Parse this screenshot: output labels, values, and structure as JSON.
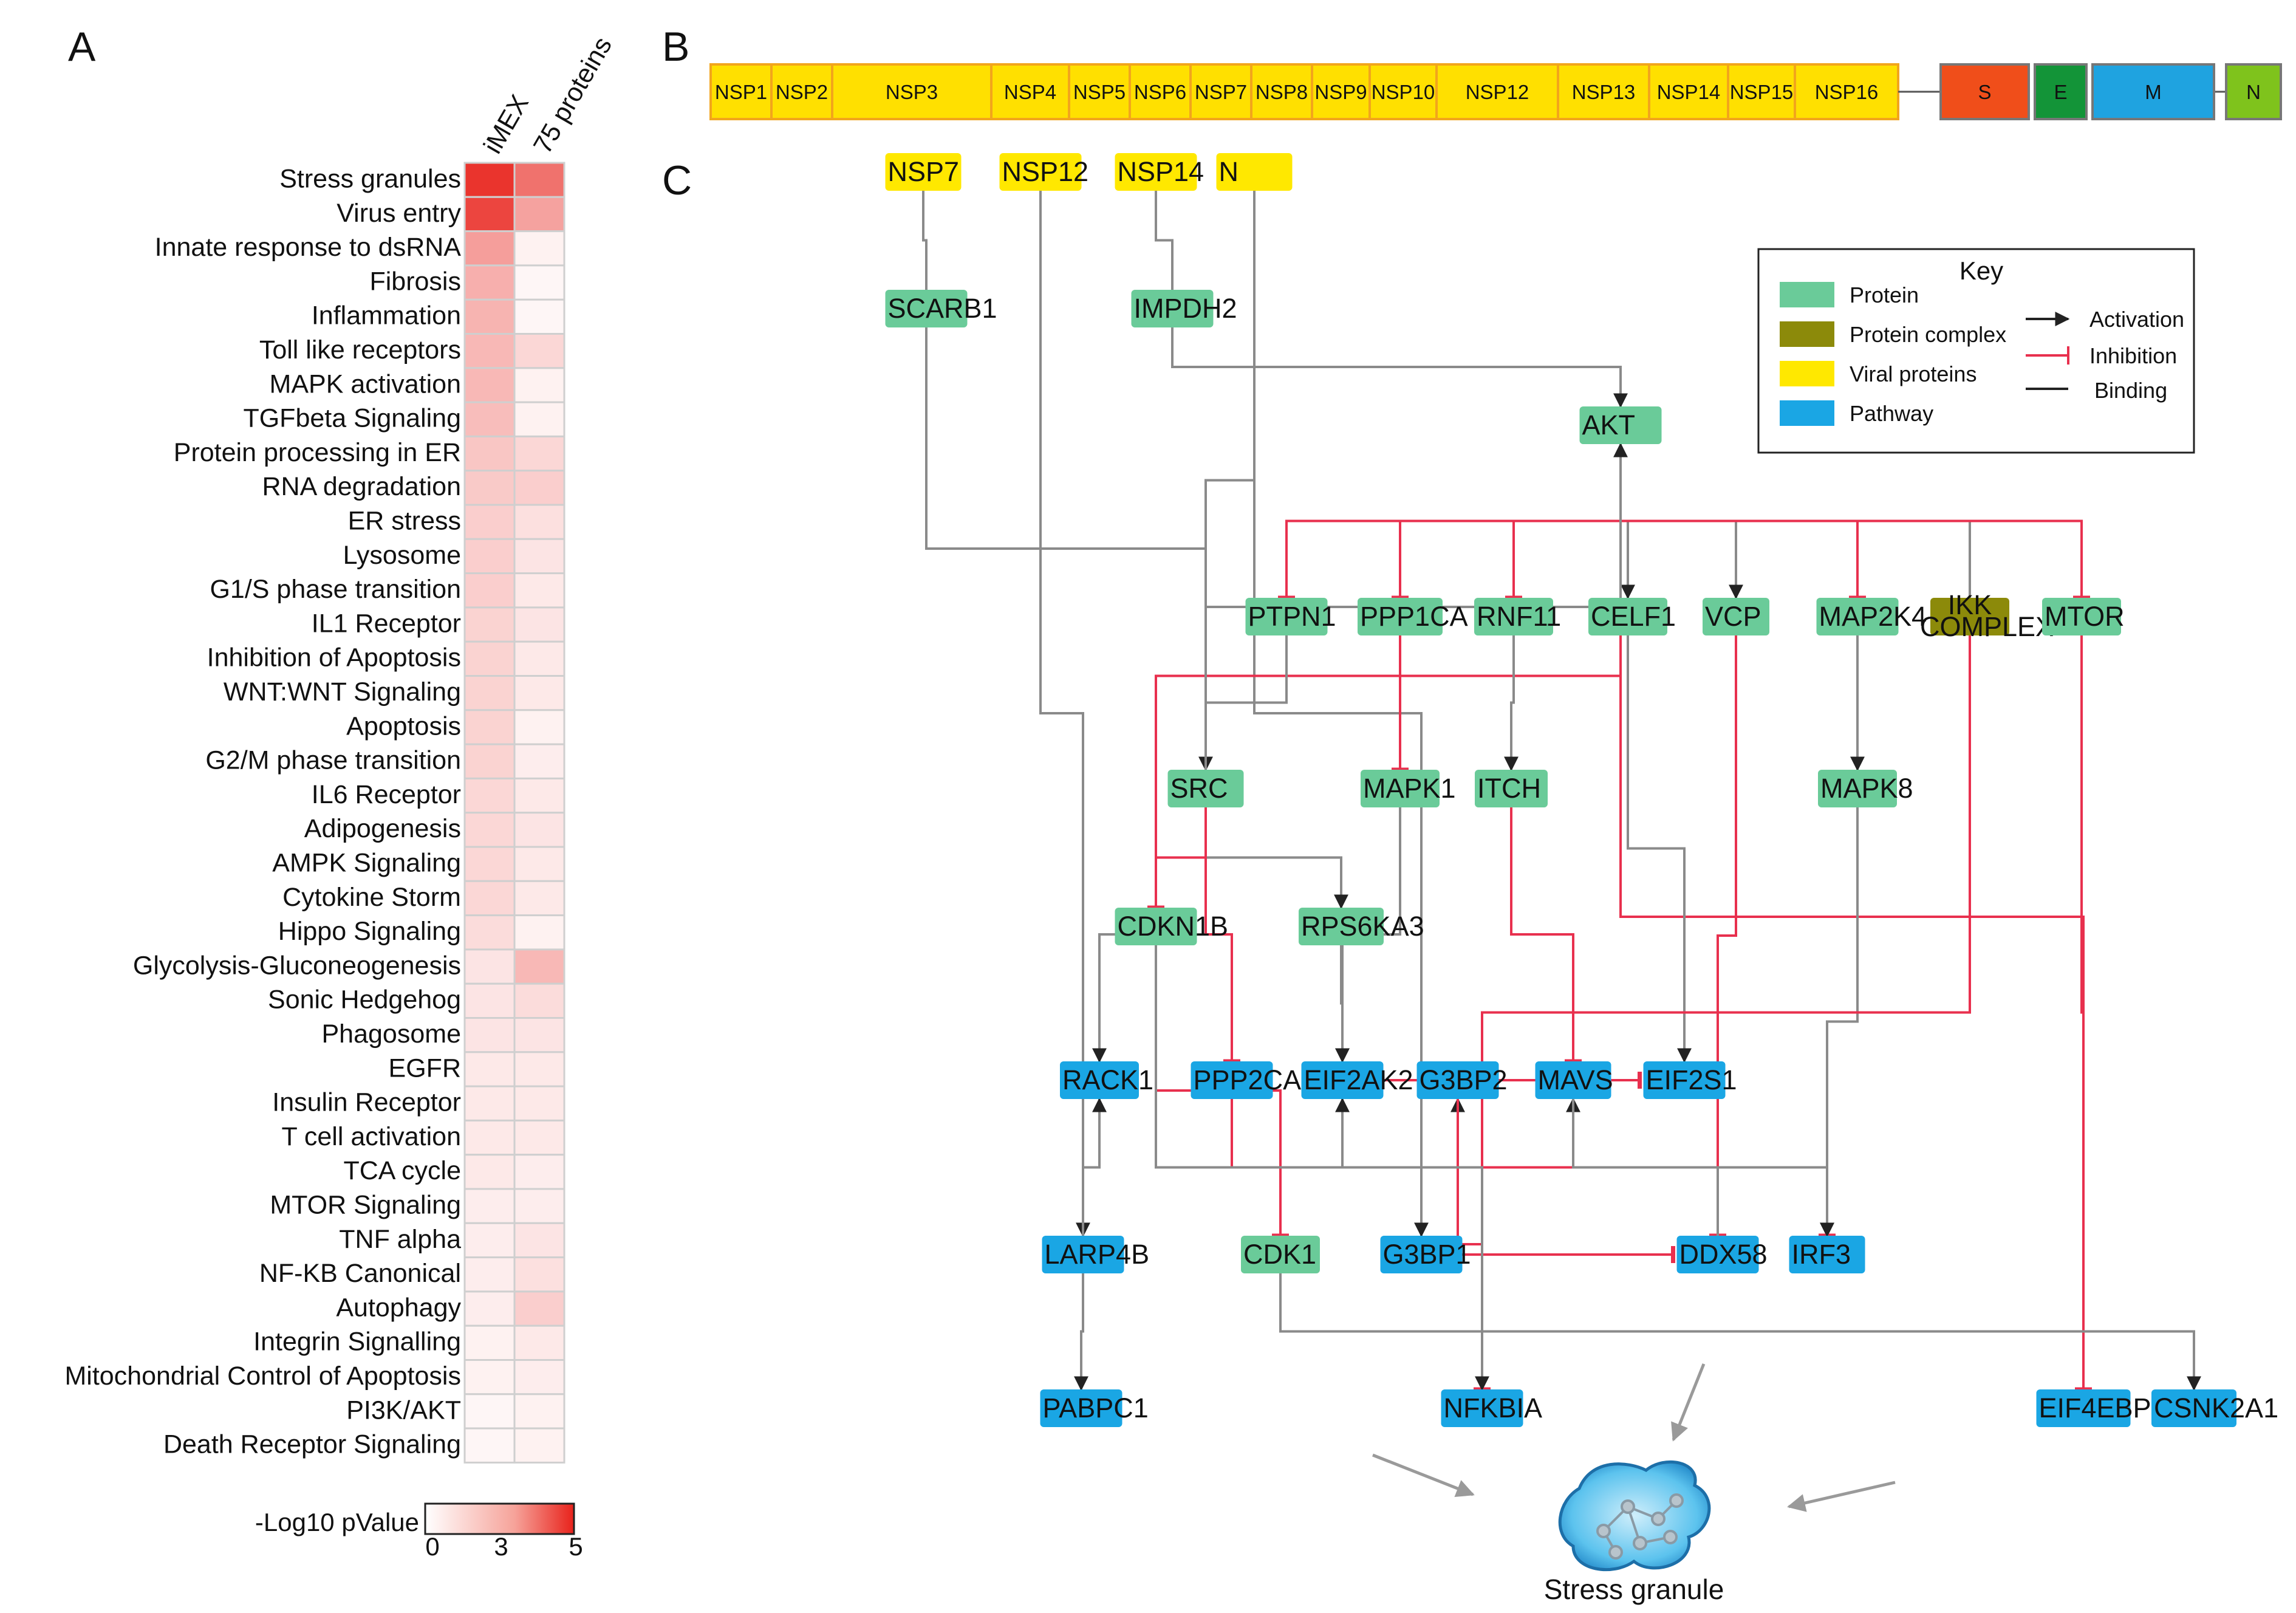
{
  "panels": {
    "a": "A",
    "b": "B",
    "c": "C"
  },
  "heatmap": {
    "columns": [
      "iMEX",
      "75 proteins"
    ],
    "rows": [
      {
        "label": "Stress granules",
        "values": [
          4.6,
          3.2
        ]
      },
      {
        "label": "Virus entry",
        "values": [
          4.2,
          2.1
        ]
      },
      {
        "label": "Innate response to dsRNA",
        "values": [
          2.2,
          0.3
        ]
      },
      {
        "label": "Fibrosis",
        "values": [
          1.8,
          0.2
        ]
      },
      {
        "label": "Inflammation",
        "values": [
          1.7,
          0.2
        ]
      },
      {
        "label": "Toll like receptors",
        "values": [
          1.6,
          0.9
        ]
      },
      {
        "label": "MAPK activation",
        "values": [
          1.6,
          0.3
        ]
      },
      {
        "label": "TGFbeta Signaling",
        "values": [
          1.5,
          0.3
        ]
      },
      {
        "label": "Protein processing in ER",
        "values": [
          1.3,
          0.9
        ]
      },
      {
        "label": "RNA degradation",
        "values": [
          1.2,
          1.1
        ]
      },
      {
        "label": "ER stress",
        "values": [
          1.1,
          0.7
        ]
      },
      {
        "label": "Lysosome",
        "values": [
          1.1,
          0.6
        ]
      },
      {
        "label": "G1/S phase transition",
        "values": [
          1.1,
          0.5
        ]
      },
      {
        "label": "IL1 Receptor",
        "values": [
          1.0,
          0.6
        ]
      },
      {
        "label": "Inhibition of Apoptosis",
        "values": [
          1.0,
          0.5
        ]
      },
      {
        "label": "WNT:WNT Signaling",
        "values": [
          1.0,
          0.5
        ]
      },
      {
        "label": "Apoptosis",
        "values": [
          1.0,
          0.3
        ]
      },
      {
        "label": "G2/M phase transition",
        "values": [
          1.0,
          0.4
        ]
      },
      {
        "label": "IL6 Receptor",
        "values": [
          0.9,
          0.5
        ]
      },
      {
        "label": "Adipogenesis",
        "values": [
          0.9,
          0.6
        ]
      },
      {
        "label": "AMPK Signaling",
        "values": [
          0.9,
          0.5
        ]
      },
      {
        "label": "Cytokine Storm",
        "values": [
          0.9,
          0.5
        ]
      },
      {
        "label": "Hippo Signaling",
        "values": [
          0.8,
          0.3
        ]
      },
      {
        "label": "Glycolysis-Gluconeogenesis",
        "values": [
          0.6,
          1.6
        ]
      },
      {
        "label": "Sonic Hedgehog",
        "values": [
          0.6,
          0.8
        ]
      },
      {
        "label": "Phagosome",
        "values": [
          0.6,
          0.6
        ]
      },
      {
        "label": "EGFR",
        "values": [
          0.5,
          0.5
        ]
      },
      {
        "label": "Insulin Receptor",
        "values": [
          0.5,
          0.5
        ]
      },
      {
        "label": "T cell activation",
        "values": [
          0.5,
          0.5
        ]
      },
      {
        "label": "TCA cycle",
        "values": [
          0.5,
          0.4
        ]
      },
      {
        "label": "MTOR Signaling",
        "values": [
          0.4,
          0.4
        ]
      },
      {
        "label": "TNF alpha",
        "values": [
          0.4,
          0.6
        ]
      },
      {
        "label": "NF-KB Canonical",
        "values": [
          0.4,
          0.7
        ]
      },
      {
        "label": "Autophagy",
        "values": [
          0.4,
          1.1
        ]
      },
      {
        "label": "Integrin Signalling",
        "values": [
          0.3,
          0.5
        ]
      },
      {
        "label": "Mitochondrial Control of Apoptosis",
        "values": [
          0.3,
          0.4
        ]
      },
      {
        "label": "PI3K/AKT",
        "values": [
          0.2,
          0.3
        ]
      },
      {
        "label": "Death Receptor Signaling",
        "values": [
          0.2,
          0.3
        ]
      }
    ],
    "scale": {
      "min": 0,
      "max": 5,
      "low_color": "#ffffff",
      "high_color": "#e8221b"
    },
    "legend": {
      "title": "-Log10 pValue",
      "ticks": [
        "0",
        "3",
        "5"
      ]
    }
  },
  "genome": {
    "nsps": [
      "NSP1",
      "NSP2",
      "NSP3",
      "NSP4",
      "NSP5",
      "NSP6",
      "NSP7",
      "NSP8",
      "NSP9",
      "NSP10",
      "NSP12",
      "NSP13",
      "NSP14",
      "NSP15",
      "NSP16"
    ],
    "structural": [
      {
        "label": "S",
        "color": "#f04e1a"
      },
      {
        "label": "E",
        "color": "#139438"
      },
      {
        "label": "M",
        "color": "#1fa3e0"
      },
      {
        "label": "N",
        "color": "#7fc31c"
      }
    ],
    "nsp_color": "#ffe000",
    "nsp_border": "#f2a51c"
  },
  "network": {
    "colors": {
      "protein": "#6acb99",
      "complex": "#8c8a0a",
      "viral": "#ffe800",
      "pathway": "#1aa6e4",
      "activation": "#111111",
      "inhibition": "#e8304e",
      "binding": "#8a8a8a"
    },
    "nodes": {
      "NSP7": {
        "label": "NSP7",
        "type": "viral"
      },
      "NSP12": {
        "label": "NSP12",
        "type": "viral"
      },
      "NSP14": {
        "label": "NSP14",
        "type": "viral"
      },
      "N": {
        "label": "N",
        "type": "viral"
      },
      "SCARB1": {
        "label": "SCARB1",
        "type": "protein"
      },
      "IMPDH2": {
        "label": "IMPDH2",
        "type": "protein"
      },
      "AKT": {
        "label": "AKT",
        "type": "protein"
      },
      "PTPN1": {
        "label": "PTPN1",
        "type": "protein"
      },
      "PPP1CA": {
        "label": "PPP1CA",
        "type": "protein"
      },
      "RNF11": {
        "label": "RNF11",
        "type": "protein"
      },
      "CELF1": {
        "label": "CELF1",
        "type": "protein"
      },
      "VCP": {
        "label": "VCP",
        "type": "protein"
      },
      "MAP2K4": {
        "label": "MAP2K4",
        "type": "protein"
      },
      "IKK": {
        "label": "IKK COMPLEX",
        "type": "complex"
      },
      "MTOR": {
        "label": "MTOR",
        "type": "protein"
      },
      "SRC": {
        "label": "SRC",
        "type": "protein"
      },
      "MAPK1": {
        "label": "MAPK1",
        "type": "protein"
      },
      "ITCH": {
        "label": "ITCH",
        "type": "protein"
      },
      "MAPK8": {
        "label": "MAPK8",
        "type": "protein"
      },
      "CDKN1B": {
        "label": "CDKN1B",
        "type": "protein"
      },
      "RPS6KA3": {
        "label": "RPS6KA3",
        "type": "protein"
      },
      "RACK1": {
        "label": "RACK1",
        "type": "pathway"
      },
      "PPP2CA": {
        "label": "PPP2CA",
        "type": "pathway"
      },
      "EIF2AK2": {
        "label": "EIF2AK2",
        "type": "pathway"
      },
      "G3BP2": {
        "label": "G3BP2",
        "type": "pathway"
      },
      "MAVS": {
        "label": "MAVS",
        "type": "pathway"
      },
      "EIF2S1": {
        "label": "EIF2S1",
        "type": "pathway"
      },
      "LARP4B": {
        "label": "LARP4B",
        "type": "pathway"
      },
      "CDK1": {
        "label": "CDK1",
        "type": "protein"
      },
      "G3BP1": {
        "label": "G3BP1",
        "type": "pathway"
      },
      "DDX58": {
        "label": "DDX58",
        "type": "pathway"
      },
      "IRF3": {
        "label": "IRF3",
        "type": "pathway"
      },
      "PABPC1": {
        "label": "PABPC1",
        "type": "pathway"
      },
      "NFKBIA": {
        "label": "NFKBIA",
        "type": "pathway"
      },
      "EIF4EBP1": {
        "label": "EIF4EBP1",
        "type": "pathway"
      },
      "CSNK2A1": {
        "label": "CSNK2A1",
        "type": "pathway"
      }
    },
    "edges": [
      {
        "from": "NSP7",
        "to": "SCARB1",
        "kind": "binding"
      },
      {
        "from": "NSP14",
        "to": "IMPDH2",
        "kind": "binding"
      },
      {
        "from": "IMPDH2",
        "to": "AKT",
        "kind": "activation"
      },
      {
        "from": "SCARB1",
        "to": "SRC",
        "kind": "activation"
      },
      {
        "from": "N",
        "to": "SRC",
        "kind": "binding"
      },
      {
        "from": "N",
        "to": "G3BP1",
        "kind": "binding"
      },
      {
        "from": "NSP12",
        "to": "LARP4B",
        "kind": "binding"
      },
      {
        "from": "AKT",
        "to": "PTPN1",
        "kind": "inhibition"
      },
      {
        "from": "AKT",
        "to": "PPP1CA",
        "kind": "inhibition"
      },
      {
        "from": "AKT",
        "to": "RNF11",
        "kind": "inhibition"
      },
      {
        "from": "AKT",
        "to": "CELF1",
        "kind": "activation"
      },
      {
        "from": "AKT",
        "to": "VCP",
        "kind": "activation"
      },
      {
        "from": "AKT",
        "to": "MAP2K4",
        "kind": "inhibition"
      },
      {
        "from": "AKT",
        "to": "IKK",
        "kind": "binding"
      },
      {
        "from": "AKT",
        "to": "MTOR",
        "kind": "inhibition"
      },
      {
        "from": "AKT",
        "to": "CDKN1B",
        "kind": "inhibition"
      },
      {
        "from": "AKT",
        "to": "EIF4EBP1",
        "kind": "inhibition"
      },
      {
        "from": "SRC",
        "to": "AKT",
        "kind": "activation"
      },
      {
        "from": "PTPN1",
        "to": "SRC",
        "kind": "binding"
      },
      {
        "from": "PPP1CA",
        "to": "MAPK1",
        "kind": "inhibition"
      },
      {
        "from": "RNF11",
        "to": "ITCH",
        "kind": "activation"
      },
      {
        "from": "MAP2K4",
        "to": "MAPK8",
        "kind": "activation"
      },
      {
        "from": "SRC",
        "to": "CDKN1B",
        "kind": "inhibition"
      },
      {
        "from": "SRC",
        "to": "RACK1",
        "kind": "activation"
      },
      {
        "from": "SRC",
        "to": "RPS6KA3",
        "kind": "activation"
      },
      {
        "from": "SRC",
        "to": "PPP2CA",
        "kind": "inhibition"
      },
      {
        "from": "RPS6KA3",
        "to": "EIF2AK2",
        "kind": "activation"
      },
      {
        "from": "MAPK1",
        "to": "EIF2AK2",
        "kind": "activation"
      },
      {
        "from": "ITCH",
        "to": "MAVS",
        "kind": "inhibition"
      },
      {
        "from": "CELF1",
        "to": "EIF2S1",
        "kind": "activation"
      },
      {
        "from": "EIF2AK2",
        "to": "EIF2S1",
        "kind": "inhibition"
      },
      {
        "from": "VCP",
        "to": "DDX58",
        "kind": "inhibition"
      },
      {
        "from": "MAPK8",
        "to": "IRF3",
        "kind": "activation"
      },
      {
        "from": "IKK",
        "to": "NFKBIA",
        "kind": "inhibition"
      },
      {
        "from": "MTOR",
        "to": "EIF4EBP1",
        "kind": "inhibition"
      },
      {
        "from": "CDKN1B",
        "to": "CDK1",
        "kind": "inhibition"
      },
      {
        "from": "EIF2AK2",
        "to": "CDK1",
        "kind": "inhibition"
      },
      {
        "from": "PPP2CA",
        "to": "IRF3",
        "kind": "inhibition"
      },
      {
        "from": "G3BP1",
        "to": "EIF2AK2",
        "kind": "activation"
      },
      {
        "from": "G3BP1",
        "to": "G3BP2",
        "kind": "activation"
      },
      {
        "from": "G3BP2",
        "to": "G3BP1",
        "kind": "activation"
      },
      {
        "from": "G3BP2",
        "to": "NFKBIA",
        "kind": "inhibition"
      },
      {
        "from": "G3BP1",
        "to": "DDX58",
        "kind": "inhibition"
      },
      {
        "from": "DDX58",
        "to": "MAVS",
        "kind": "activation"
      },
      {
        "from": "MAVS",
        "to": "IRF3",
        "kind": "activation"
      },
      {
        "from": "RACK1",
        "to": "LARP4B",
        "kind": "activation"
      },
      {
        "from": "LARP4B",
        "to": "RACK1",
        "kind": "activation"
      },
      {
        "from": "LARP4B",
        "to": "PABPC1",
        "kind": "activation"
      },
      {
        "from": "CDK1",
        "to": "EIF4EBP1",
        "kind": "inhibition"
      },
      {
        "from": "CDK1",
        "to": "CSNK2A1",
        "kind": "activation"
      },
      {
        "from": "CDKN1B",
        "to": "NFKBIA",
        "kind": "activation"
      }
    ]
  },
  "key": {
    "title": "Key",
    "items": [
      {
        "label": "Protein",
        "color": "#6acb99"
      },
      {
        "label": "Protein complex",
        "color": "#8c8a0a"
      },
      {
        "label": "Viral proteins",
        "color": "#ffe800"
      },
      {
        "label": "Pathway",
        "color": "#1aa6e4"
      }
    ],
    "edges": [
      {
        "label": "Activation"
      },
      {
        "label": "Inhibition"
      },
      {
        "label": "Binding"
      }
    ]
  },
  "stress_granule": {
    "label": "Stress granule"
  }
}
